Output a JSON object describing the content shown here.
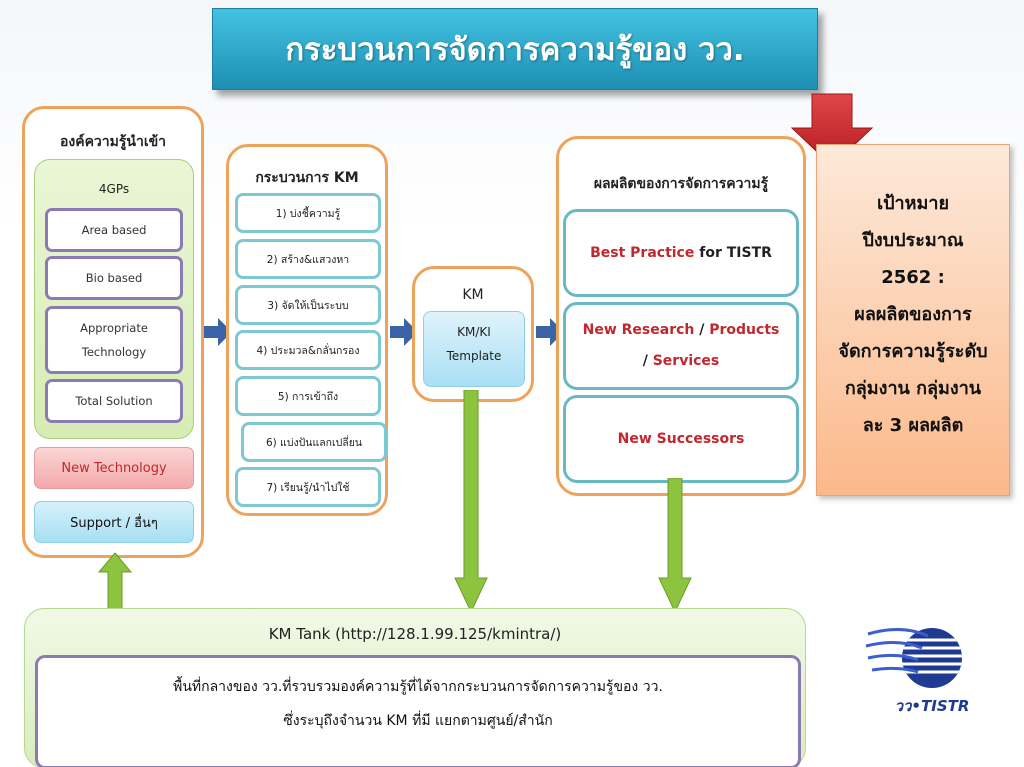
{
  "title": "กระบวนการจัดการความรู้ของ วว.",
  "input_panel": {
    "heading": "องค์ความรู้นำเข้า",
    "group_title": "4GPs",
    "items": [
      "Area based",
      "Bio based",
      "Appropriate\nTechnology",
      "Total Solution"
    ],
    "new_tech_label": "New Technology",
    "support_label": "Support / อื่นๆ"
  },
  "process_panel": {
    "heading": "กระบวนการ KM",
    "steps": [
      "1) บ่งชี้ความรู้",
      "2) สร้าง&แสวงหา",
      "3) จัดให้เป็นระบบ",
      "4) ประมวล&กลั่นกรอง",
      "5) การเข้าถึง",
      "6) แบ่งปันแลกเปลี่ยน",
      "7) เรียนรู้/นำไปใช้"
    ]
  },
  "km_panel": {
    "heading": "KM",
    "template_line1": "KM/KI",
    "template_line2": "Template"
  },
  "product_panel": {
    "heading": "ผลผลิตของการจัดการความรู้",
    "best_practice_red": "Best Practice",
    "best_practice_dark": "for TISTR",
    "new_research": "New Research",
    "slash1": "/",
    "products": "Products",
    "slash2": "/",
    "services": "Services",
    "new_successors": "New Successors"
  },
  "goal": {
    "lines": [
      "เป้าหมาย",
      "ปีงบประมาณ",
      "2562 :",
      "ผลผลิตของการ",
      "จัดการความรู้ระดับ",
      "กลุ่มงาน กลุ่มงาน",
      "ละ 3 ผลผลิต"
    ]
  },
  "tank": {
    "title": "KM Tank (http://128.1.99.125/kmintra/)",
    "line1": "พื้นที่กลางของ วว.ที่รวบรวมองค์ความรู้ที่ได้จากกระบวนการจัดการความรู้ของ วว.",
    "line2": "ซึ่งระบุถึงจำนวน KM ที่มี แยกตามศูนย์/สำนัก"
  },
  "logo": {
    "text": "วว•TISTR"
  },
  "colors": {
    "title_bg": "#2aa9cf",
    "orange_border": "#eea35b",
    "accent_red": "#c0282d",
    "arrow_blue": "#3a63a8",
    "arrow_green": "#8cc43f",
    "logo_blue": "#1f3a93"
  }
}
